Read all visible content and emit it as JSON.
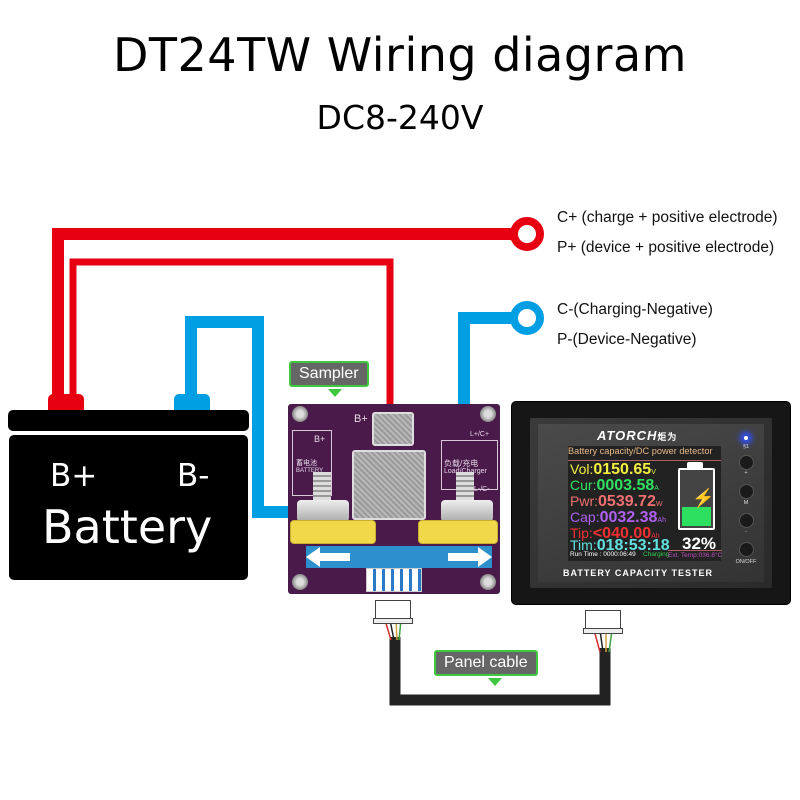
{
  "title": "DT24TW Wiring diagram",
  "subtitle": "DC8-240V",
  "legend": {
    "positive": {
      "lines": [
        "C+ (charge + positive electrode)",
        "P+ (device + positive electrode)"
      ],
      "color": "#e60012",
      "icon": "ring-terminal-icon"
    },
    "negative": {
      "lines": [
        "C-(Charging-Negative)",
        "P-(Device-Negative)"
      ],
      "color": "#009fe3",
      "icon": "ring-terminal-icon"
    }
  },
  "battery": {
    "positive_label": "B+",
    "negative_label": "B-",
    "name": "Battery",
    "body_color": "#000000"
  },
  "sampler": {
    "callout": "Sampler",
    "board_color": "#4a1a4a",
    "labels": {
      "bplus_top": "B+",
      "bplus_side": "B+",
      "battery_cn": "蓄电池",
      "battery_en": "BATTERY",
      "load_cn": "负载/充电",
      "load_en": "Load/Charger",
      "load_pos": "L+/C+",
      "load_neg": "L-/C-"
    }
  },
  "panel": {
    "brand": "ATORCH",
    "brand_cn": "炬为",
    "screen_header": "Battery capacity/DC power detector",
    "readouts": [
      {
        "label": "Vol",
        "value": "0150.65",
        "unit": "V",
        "color": "#f0f040"
      },
      {
        "label": "Cur",
        "value": "0003.58",
        "unit": "A",
        "color": "#30e060"
      },
      {
        "label": "Pwr",
        "value": "0539.72",
        "unit": "W",
        "color": "#f07070"
      },
      {
        "label": "Cap",
        "value": "0032.38",
        "unit": "Ah",
        "color": "#b060f0"
      },
      {
        "label": "Tip",
        "value": "<040.00",
        "unit": "Ah",
        "color": "#f03030"
      },
      {
        "label": "Tim",
        "value": "018:53:18",
        "unit": "",
        "color": "#60e0e0"
      }
    ],
    "battery_percent": "32%",
    "battery_level": 0.32,
    "run_time": "Run Time : 0000:06:49",
    "status": "Charging",
    "ext_temp": "Ext. Temp:036.8°C",
    "footer_label": "BATTERY CAPACITY TESTER",
    "buttons": [
      "+",
      "M",
      "-",
      "ON/OFF"
    ],
    "led_label": "§1"
  },
  "cable": {
    "callout": "Panel cable"
  },
  "colors": {
    "red_wire": "#e60012",
    "blue_wire": "#009fe3",
    "callout_border": "#3ec83e",
    "callout_bg": "#666666"
  }
}
